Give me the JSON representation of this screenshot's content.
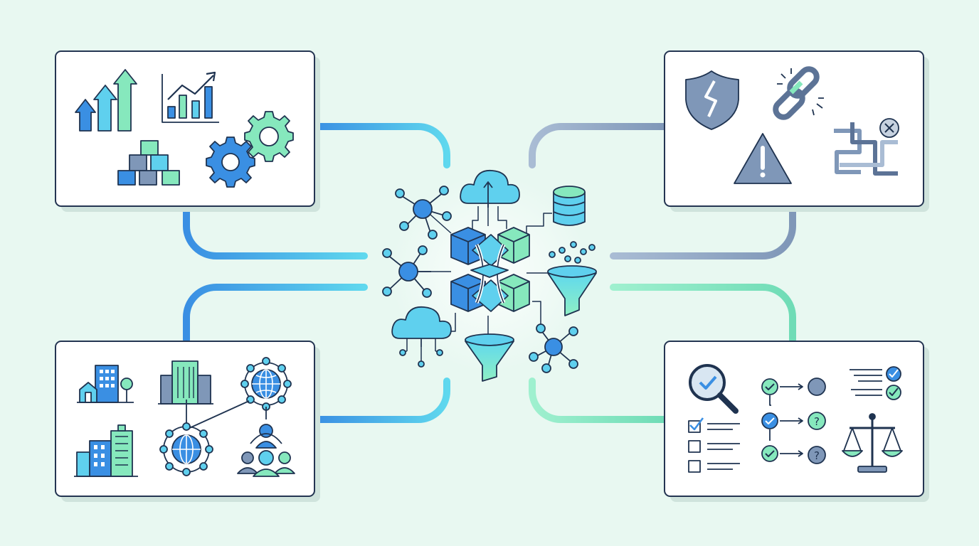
{
  "colors": {
    "background": "#e8f8f1",
    "panel_fill": "#ffffff",
    "panel_stroke": "#243552",
    "outline": "#1f3350",
    "blue": "#3a8fe3",
    "light_blue": "#8fd3f4",
    "cyan": "#5fd0ee",
    "mint": "#86e8bd",
    "slate": "#7f97b8",
    "slate_dark": "#5c7396"
  },
  "panels": [
    {
      "id": "growth",
      "position": "top-left",
      "icons": [
        "growth-arrows-icon",
        "line-bar-chart-icon",
        "gears-icon",
        "stacked-blocks-icon"
      ]
    },
    {
      "id": "risks",
      "position": "top-right",
      "icons": [
        "broken-shield-icon",
        "broken-chain-link-icon",
        "warning-triangle-icon",
        "tangled-pipes-icon",
        "close-badge-icon"
      ]
    },
    {
      "id": "network",
      "position": "bottom-left",
      "icons": [
        "office-building-icon",
        "tall-building-icon",
        "globe-network-icon",
        "city-skyline-icon",
        "people-group-icon"
      ]
    },
    {
      "id": "verification",
      "position": "bottom-right",
      "icons": [
        "magnifier-check-icon",
        "checklist-icon",
        "decision-flow-icon",
        "checked-lines-icon",
        "balance-scale-icon"
      ]
    }
  ],
  "center": {
    "icons": [
      "interlocking-cubes-icon",
      "cloud-icon",
      "database-icon",
      "funnel-icon",
      "node-network-icon"
    ]
  }
}
